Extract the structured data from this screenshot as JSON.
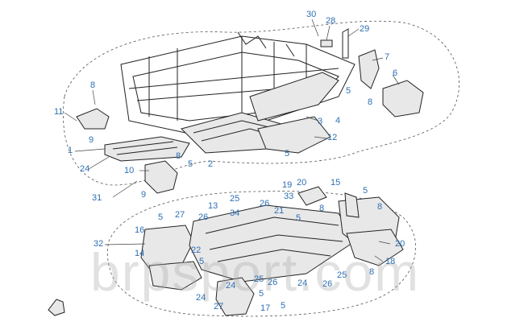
{
  "watermark": "brpsport.com",
  "callouts": [
    {
      "id": "c30a",
      "text": "30"
    },
    {
      "id": "c28",
      "text": "28"
    },
    {
      "id": "c29",
      "text": "29"
    },
    {
      "id": "c7",
      "text": "7"
    },
    {
      "id": "c6",
      "text": "6"
    },
    {
      "id": "c8a",
      "text": "8"
    },
    {
      "id": "c5a",
      "text": "5"
    },
    {
      "id": "c8b",
      "text": "8"
    },
    {
      "id": "c11",
      "text": "11"
    },
    {
      "id": "c3",
      "text": "3"
    },
    {
      "id": "c4",
      "text": "4"
    },
    {
      "id": "c9a",
      "text": "9"
    },
    {
      "id": "c12",
      "text": "12"
    },
    {
      "id": "c1",
      "text": "1"
    },
    {
      "id": "c24a",
      "text": "24"
    },
    {
      "id": "c5b",
      "text": "5"
    },
    {
      "id": "c8c",
      "text": "8"
    },
    {
      "id": "c5c",
      "text": "5"
    },
    {
      "id": "c2",
      "text": "2"
    },
    {
      "id": "c10",
      "text": "10"
    },
    {
      "id": "c9b",
      "text": "9"
    },
    {
      "id": "c31",
      "text": "31"
    },
    {
      "id": "c19",
      "text": "19"
    },
    {
      "id": "c20a",
      "text": "20"
    },
    {
      "id": "c15",
      "text": "15"
    },
    {
      "id": "c33",
      "text": "33"
    },
    {
      "id": "c5d",
      "text": "5"
    },
    {
      "id": "c13",
      "text": "13"
    },
    {
      "id": "c25a",
      "text": "25"
    },
    {
      "id": "c26a",
      "text": "26"
    },
    {
      "id": "c8d",
      "text": "8"
    },
    {
      "id": "c21",
      "text": "21"
    },
    {
      "id": "c26b",
      "text": "26"
    },
    {
      "id": "c34",
      "text": "34"
    },
    {
      "id": "c5e",
      "text": "5"
    },
    {
      "id": "c27a",
      "text": "27"
    },
    {
      "id": "c8e",
      "text": "8"
    },
    {
      "id": "c5f",
      "text": "5"
    },
    {
      "id": "c16",
      "text": "16"
    },
    {
      "id": "c32",
      "text": "32"
    },
    {
      "id": "c20b",
      "text": "20"
    },
    {
      "id": "c22",
      "text": "22"
    },
    {
      "id": "c14",
      "text": "14"
    },
    {
      "id": "c18",
      "text": "18"
    },
    {
      "id": "c5g",
      "text": "5"
    },
    {
      "id": "c8f",
      "text": "8"
    },
    {
      "id": "c25b",
      "text": "25"
    },
    {
      "id": "c26c",
      "text": "26"
    },
    {
      "id": "c24b",
      "text": "24"
    },
    {
      "id": "c26d",
      "text": "26"
    },
    {
      "id": "c25c",
      "text": "25"
    },
    {
      "id": "c24c",
      "text": "24"
    },
    {
      "id": "c5h",
      "text": "5"
    },
    {
      "id": "c24d",
      "text": "24"
    },
    {
      "id": "c5i",
      "text": "5"
    },
    {
      "id": "c27b",
      "text": "27"
    },
    {
      "id": "c17",
      "text": "17"
    }
  ]
}
